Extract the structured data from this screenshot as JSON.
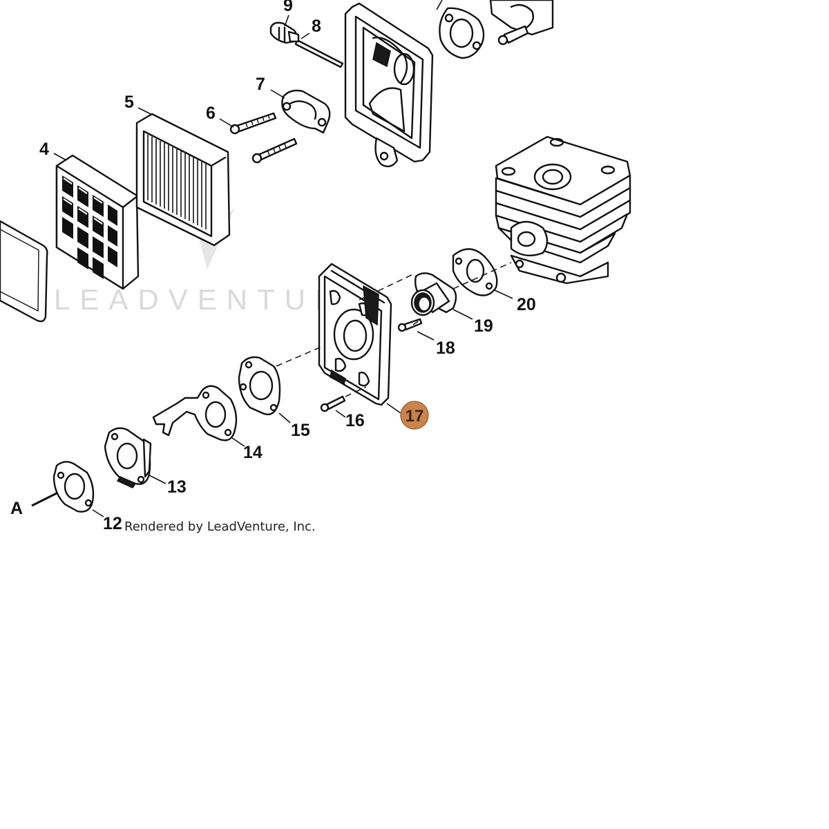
{
  "diagram": {
    "watermark_text": "LEADVENTURE",
    "credit_text": "Rendered by LeadVenture, Inc.",
    "highlight_color": "#c8844c",
    "callouts": [
      {
        "id": "9",
        "label": "9"
      },
      {
        "id": "8",
        "label": "8"
      },
      {
        "id": "7",
        "label": "7"
      },
      {
        "id": "6",
        "label": "6"
      },
      {
        "id": "5",
        "label": "5"
      },
      {
        "id": "4",
        "label": "4"
      },
      {
        "id": "20",
        "label": "20"
      },
      {
        "id": "19",
        "label": "19"
      },
      {
        "id": "18",
        "label": "18"
      },
      {
        "id": "17",
        "label": "17",
        "highlighted": true
      },
      {
        "id": "16",
        "label": "16"
      },
      {
        "id": "15",
        "label": "15"
      },
      {
        "id": "14",
        "label": "14"
      },
      {
        "id": "13",
        "label": "13"
      },
      {
        "id": "12",
        "label": "12"
      },
      {
        "id": "A",
        "label": "A"
      }
    ]
  }
}
